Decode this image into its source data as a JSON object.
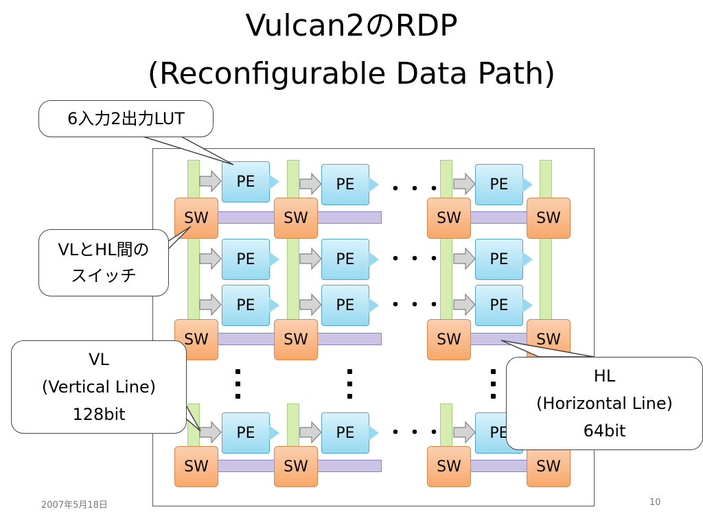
{
  "title": {
    "line1": "Vulcan2のRDP",
    "line2": "(Reconfigurable Data Path)"
  },
  "diagram": {
    "pe_label": "PE",
    "sw_label": "SW",
    "hdots": "・・・"
  },
  "callouts": {
    "lut": "6入力2出力LUT",
    "switch": {
      "line1": "VLとHL間の",
      "line2": "スイッチ"
    },
    "vl": {
      "line1": "VL",
      "line2": "(Vertical Line)",
      "line3": "128bit"
    },
    "hl": {
      "line1": "HL",
      "line2": "(Horizontal Line)",
      "line3": "64bit"
    }
  },
  "footer": {
    "date": "2007年5月18日",
    "page": "10"
  },
  "colors": {
    "pe": "#a8ddf2",
    "sw": "#f9b581",
    "vl": "#d6edb2",
    "hl": "#ccc4e6"
  }
}
